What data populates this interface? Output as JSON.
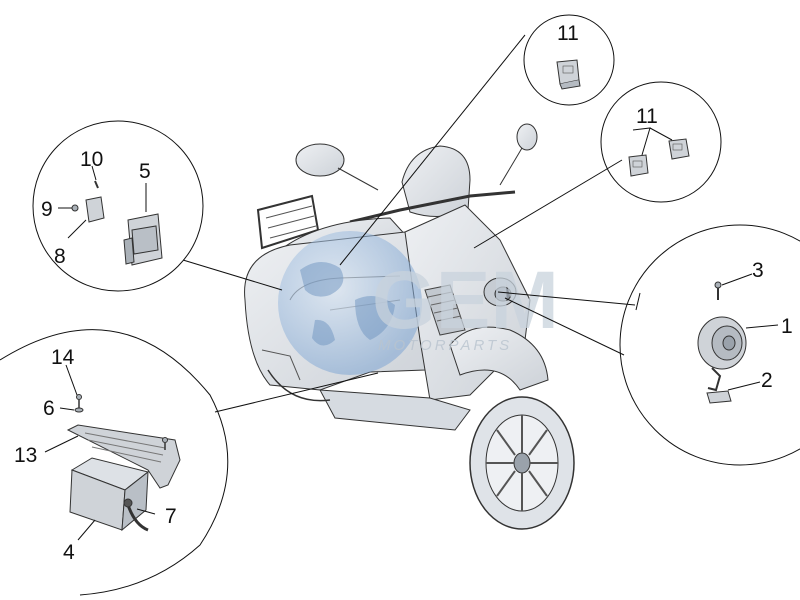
{
  "watermark": {
    "logo_text": "GEM",
    "subtitle": "MOTORPARTS"
  },
  "callouts": {
    "horn": "1",
    "horn_bracket": "2",
    "horn_screw": "3",
    "battery": "4",
    "regulator": "5",
    "washer": "6",
    "battery_cable": "7",
    "box": "8",
    "box_nut": "9",
    "box_screw": "10",
    "relay_top": "11",
    "relay_pair": "11",
    "bracket_plate": "13",
    "bracket_screw": "14"
  },
  "colors": {
    "scooter_body": "#dfe3e8",
    "part_fill": "#cfd3d8",
    "globe": "#7fa6d3",
    "watermark": "#c9d3dd"
  }
}
